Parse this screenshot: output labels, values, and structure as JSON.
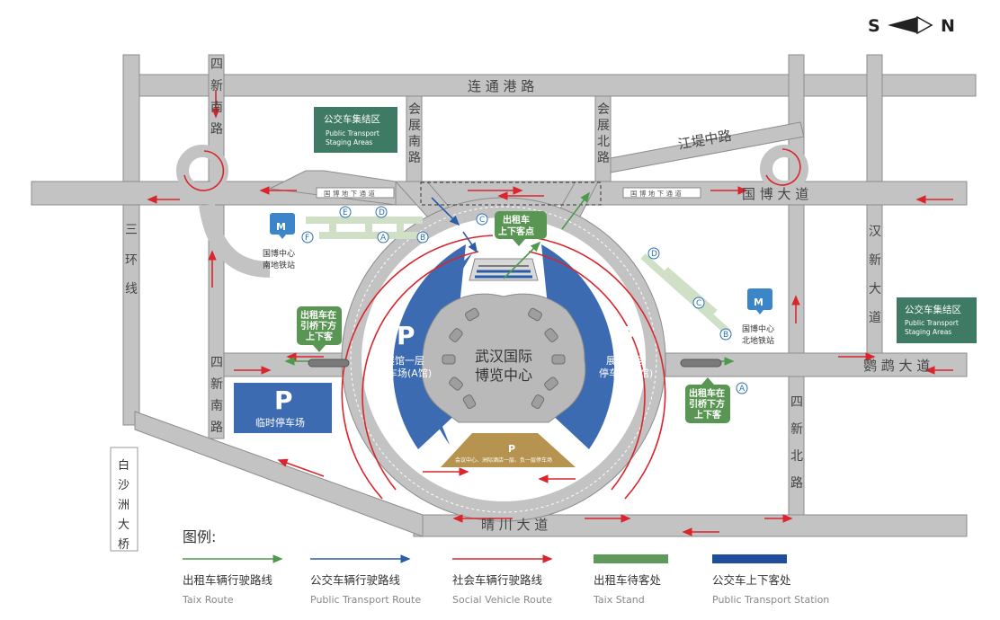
{
  "compass": {
    "south": "S",
    "north": "N"
  },
  "roads": {
    "liantong_port": "连 通 港 路",
    "sixin_south_top": [
      "四",
      "新",
      "南",
      "路"
    ],
    "sixin_south_bottom": [
      "四",
      "新",
      "南",
      "路"
    ],
    "huizhan_south": [
      "会",
      "展",
      "南",
      "路"
    ],
    "huizhan_north": [
      "会",
      "展",
      "北",
      "路"
    ],
    "jiangdi_middle": "江堤中路",
    "guobo_avenue": "国 博 大 道",
    "ring3": [
      "三",
      "环",
      "线"
    ],
    "hanxin": [
      "汉",
      "新",
      "大",
      "道"
    ],
    "yingwu": "鹦 鹉 大 道",
    "sixin_north": [
      "四",
      "新",
      "北",
      "路"
    ],
    "qingchuan": "晴 川 大 道",
    "baisha_bridge": [
      "白",
      "沙",
      "洲",
      "大",
      "桥"
    ],
    "tunnel_left": "国 博 地 下 通 道",
    "tunnel_right": "国 博 地 下 通 道"
  },
  "staging_left": {
    "title": "公交车集结区",
    "sub1": "Public Transport",
    "sub2": "Staging Areas"
  },
  "staging_right": {
    "title": "公交车集结区",
    "sub1": "Public Transport",
    "sub2": "Staging Areas"
  },
  "metro_south": {
    "icon_letter": "M",
    "line1": "国博中心",
    "line2": "南地铁站"
  },
  "metro_north": {
    "icon_letter": "M",
    "line1": "国博中心",
    "line2": "北地铁站"
  },
  "exits_south": [
    "E",
    "D",
    "C",
    "F",
    "A",
    "B"
  ],
  "exits_north": [
    "D",
    "C",
    "B",
    "A"
  ],
  "taxi_center": {
    "line1": "出租车",
    "line2": "上下客点"
  },
  "taxi_left": {
    "line1": "出租车在",
    "line2": "引桥下方",
    "line3": "上下客"
  },
  "taxi_right": {
    "line1": "出租车在",
    "line2": "引桥下方",
    "line3": "上下客"
  },
  "parking_a": {
    "symbol": "P",
    "line1": "展馆一层",
    "line2": "停车场(A馆)"
  },
  "parking_b": {
    "symbol": "P",
    "line1": "展馆一层",
    "line2": "停车场(B馆)"
  },
  "parking_temp": {
    "symbol": "P",
    "label": "临时停车场"
  },
  "parking_conf": {
    "symbol": "P",
    "label": "会议中心、洲际酒店一层、负一层停车场"
  },
  "center": {
    "line1": "武汉国际",
    "line2": "博览中心"
  },
  "legend": {
    "title": "图例:",
    "items": [
      {
        "zh": "出租车辆行驶路线",
        "en": "Taix Route",
        "color": "#4d9a4d"
      },
      {
        "zh": "公交车辆行驶路线",
        "en": "Public Transport Route",
        "color": "#2a5ca8"
      },
      {
        "zh": "社会车辆行驶路线",
        "en": "Social Vehicle Route",
        "color": "#d9262c"
      },
      {
        "zh": "出租车待客处",
        "en": "Taix Stand",
        "color": "#5f9a5a"
      },
      {
        "zh": "公交车上下客处",
        "en": "Public Transport Station",
        "color": "#1f4f9c"
      }
    ]
  },
  "colors": {
    "road": "#c3c3c3",
    "road_edge": "#8c8c8c",
    "hall_blue": "#3d6bb1",
    "staging_green": "#3f7a64",
    "taxi_green": "#5a9653",
    "parking_gold": "#b6944f",
    "metro_blue": "#3c85c8",
    "metro_line_green": "#cfe0c6",
    "social_red": "#d9262c"
  }
}
